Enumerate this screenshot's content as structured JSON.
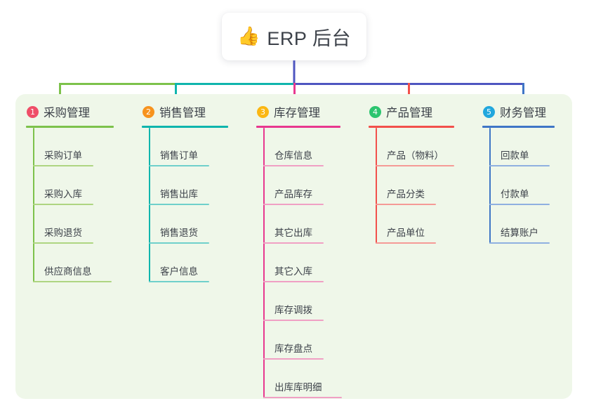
{
  "root": {
    "icon": "thumbs-up-icon",
    "emoji": "👍",
    "title": "ERP 后台"
  },
  "panel": {
    "background_color": "#eff7e9"
  },
  "columns": [
    {
      "index": "1",
      "badge": "1",
      "badge_color": "#ef4e68",
      "title": "采购管理",
      "accent_color": "#7dc24b",
      "leaf_color": "#aed581",
      "connector_color": "#7dc24b",
      "width": 165,
      "items": [
        {
          "label": "采购订单"
        },
        {
          "label": "采购入库"
        },
        {
          "label": "采购退货"
        },
        {
          "label": "供应商信息",
          "wide": true
        }
      ]
    },
    {
      "index": "2",
      "badge": "2",
      "badge_color": "#f7931e",
      "title": "销售管理",
      "accent_color": "#0fb5ad",
      "leaf_color": "#6fd0cb",
      "connector_color": "#0fb5ad",
      "width": 163,
      "items": [
        {
          "label": "销售订单"
        },
        {
          "label": "销售出库"
        },
        {
          "label": "销售退货"
        },
        {
          "label": "客户信息"
        }
      ]
    },
    {
      "index": "3",
      "badge": "3",
      "badge_color": "#fbb713",
      "title": "库存管理",
      "accent_color": "#e8388f",
      "leaf_color": "#f0a0c4",
      "connector_color": "#e8388f",
      "width": 160,
      "items": [
        {
          "label": "仓库信息"
        },
        {
          "label": "产品库存"
        },
        {
          "label": "其它出库"
        },
        {
          "label": "其它入库"
        },
        {
          "label": "库存调拨"
        },
        {
          "label": "库存盘点"
        },
        {
          "label": "出库库明细",
          "wide": true
        }
      ]
    },
    {
      "index": "4",
      "badge": "4",
      "badge_color": "#2cc56f",
      "title": "产品管理",
      "accent_color": "#f2504b",
      "leaf_color": "#f59a96",
      "connector_color": "#f2504b",
      "width": 162,
      "items": [
        {
          "label": "产品（物料）",
          "wide": true
        },
        {
          "label": "产品分类"
        },
        {
          "label": "产品单位"
        }
      ]
    },
    {
      "index": "5",
      "badge": "5",
      "badge_color": "#21a7dd",
      "title": "财务管理",
      "accent_color": "#3f76c6",
      "leaf_color": "#8fb0e0",
      "connector_color": "#3f76c6",
      "width": 143,
      "items": [
        {
          "label": "回款单"
        },
        {
          "label": "付款单"
        },
        {
          "label": "结算账户"
        }
      ]
    }
  ],
  "connector": {
    "root_stem_color": "#4f56c0",
    "bus_colors": [
      "#7dc24b",
      "#0fb5ad",
      "#4f56c0",
      "#4f56c0",
      "#3f76c6"
    ]
  }
}
